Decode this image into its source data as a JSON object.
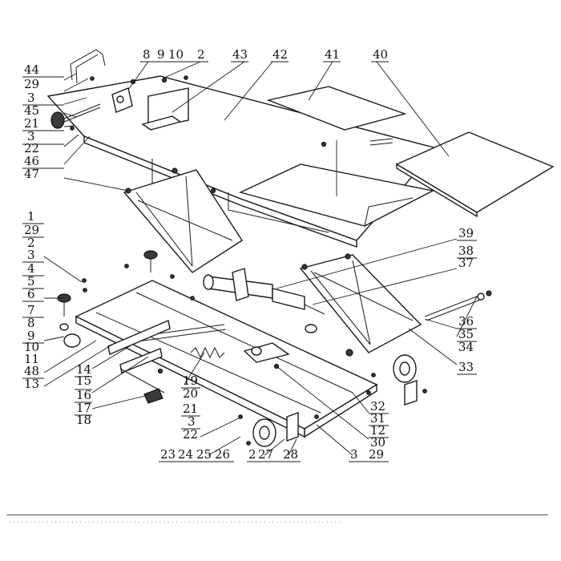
{
  "diagram": {
    "callouts": {
      "c44": "44",
      "c29a": "29",
      "c3a": "3",
      "c45": "45",
      "c21a": "21",
      "c3b": "3",
      "c22a": "22",
      "c46": "46",
      "c47": "47",
      "c8": "8",
      "c9": "9",
      "c10": "10",
      "c2a": "2",
      "c43": "43",
      "c42": "42",
      "c41": "41",
      "c40": "40",
      "c1": "1",
      "c29b": "29",
      "c2b": "2",
      "c3c": "3",
      "c4": "4",
      "c5": "5",
      "c6": "6",
      "c7": "7",
      "c8b": "8",
      "c9b": "9",
      "c10b": "10",
      "c11": "11",
      "c48": "48",
      "c13": "13",
      "c14": "14",
      "c15": "15",
      "c16": "16",
      "c17": "17",
      "c18": "18",
      "c19": "19",
      "c20": "20",
      "c21b": "21",
      "c3d": "3",
      "c22b": "22",
      "c23": "23",
      "c24": "24",
      "c25": "25",
      "c26": "26",
      "c2c": "2",
      "c27": "27",
      "c28": "28",
      "c3e": "3",
      "c29c": "29",
      "c32": "32",
      "c31": "31",
      "c12": "12",
      "c30": "30",
      "c39": "39",
      "c38": "38",
      "c37": "37",
      "c36": "36",
      "c35": "35",
      "c34": "34",
      "c33": "33"
    }
  },
  "footer": {
    "text": "················································································"
  }
}
